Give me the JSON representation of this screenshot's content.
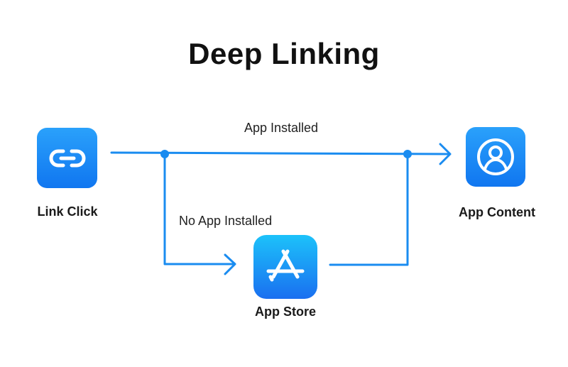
{
  "title": "Deep Linking",
  "nodes": {
    "link_click": {
      "label": "Link Click",
      "icon": "link-icon"
    },
    "app_content": {
      "label": "App Content",
      "icon": "user-circle-icon"
    },
    "app_store": {
      "label": "App Store",
      "icon": "app-store-icon"
    }
  },
  "edges": {
    "installed": {
      "label": "App Installed"
    },
    "not_installed": {
      "label": "No App Installed"
    }
  },
  "colors": {
    "accent": "#1a8cf0",
    "tile_top": "#2aa1fb",
    "tile_bottom": "#1076f0"
  }
}
